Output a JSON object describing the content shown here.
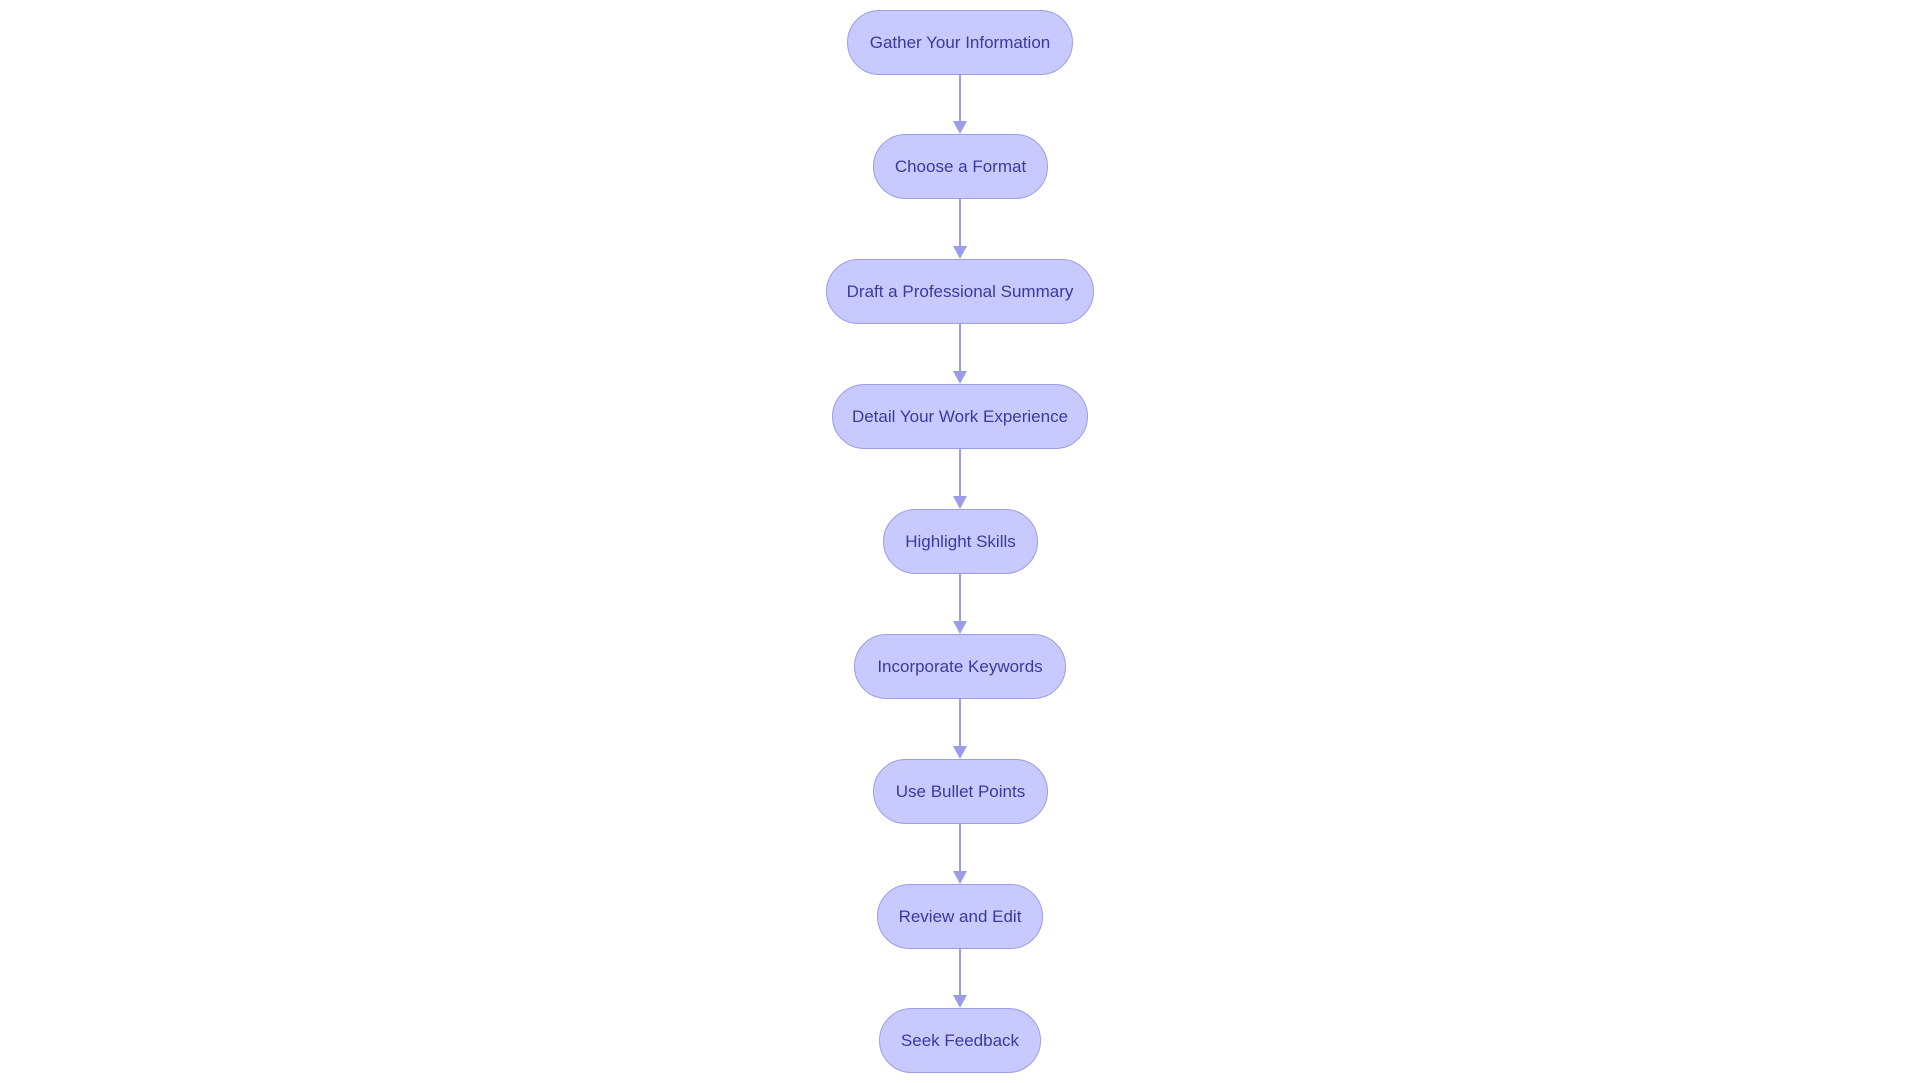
{
  "flowchart": {
    "direction": "top-to-bottom",
    "node_fill": "#c8caff",
    "node_stroke": "#9a9ee8",
    "text_color": "#3a3a9e",
    "edge_color": "#9a9ee8",
    "nodes": [
      {
        "id": "n1",
        "label": "Gather Your Information"
      },
      {
        "id": "n2",
        "label": "Choose a Format"
      },
      {
        "id": "n3",
        "label": "Draft a Professional Summary"
      },
      {
        "id": "n4",
        "label": "Detail Your Work Experience"
      },
      {
        "id": "n5",
        "label": "Highlight Skills"
      },
      {
        "id": "n6",
        "label": "Incorporate Keywords"
      },
      {
        "id": "n7",
        "label": "Use Bullet Points"
      },
      {
        "id": "n8",
        "label": "Review and Edit"
      },
      {
        "id": "n9",
        "label": "Seek Feedback"
      }
    ],
    "edges": [
      {
        "from": "n1",
        "to": "n2"
      },
      {
        "from": "n2",
        "to": "n3"
      },
      {
        "from": "n3",
        "to": "n4"
      },
      {
        "from": "n4",
        "to": "n5"
      },
      {
        "from": "n5",
        "to": "n6"
      },
      {
        "from": "n6",
        "to": "n7"
      },
      {
        "from": "n7",
        "to": "n8"
      },
      {
        "from": "n8",
        "to": "n9"
      }
    ]
  }
}
